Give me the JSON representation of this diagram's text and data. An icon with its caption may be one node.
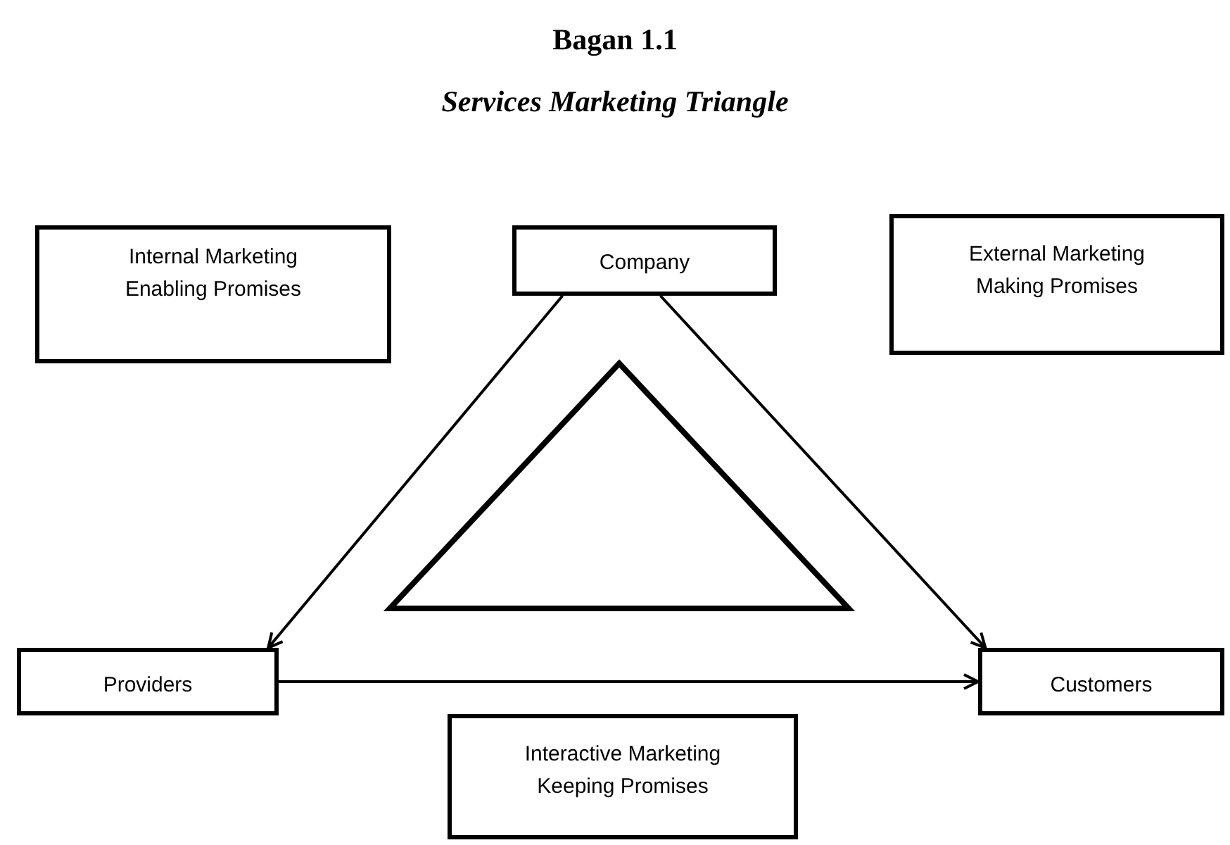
{
  "diagram": {
    "title": "Bagan 1.1",
    "caption": "Services Marketing Triangle",
    "nodes": [
      {
        "text": [
          "Internal Marketing Enabling Promises"
        ]
      },
      {
        "text": [
          "Company"
        ]
      },
      {
        "text": [
          "External Marketing Making Promises"
        ]
      },
      {
        "text": [
          "Providers"
        ]
      },
      {
        "text": [
          "Customers"
        ]
      },
      {
        "text": [
          "Interactive Marketing Keeping Promises"
        ]
      },
      {
        "text": [],
        "shape": "triangle"
      }
    ],
    "edges": [
      {
        "from": 1,
        "to": 3,
        "arrow": "to"
      },
      {
        "from": 1,
        "to": 4,
        "arrow": "to"
      },
      {
        "from": 3,
        "to": 4,
        "arrow": "to"
      }
    ]
  }
}
